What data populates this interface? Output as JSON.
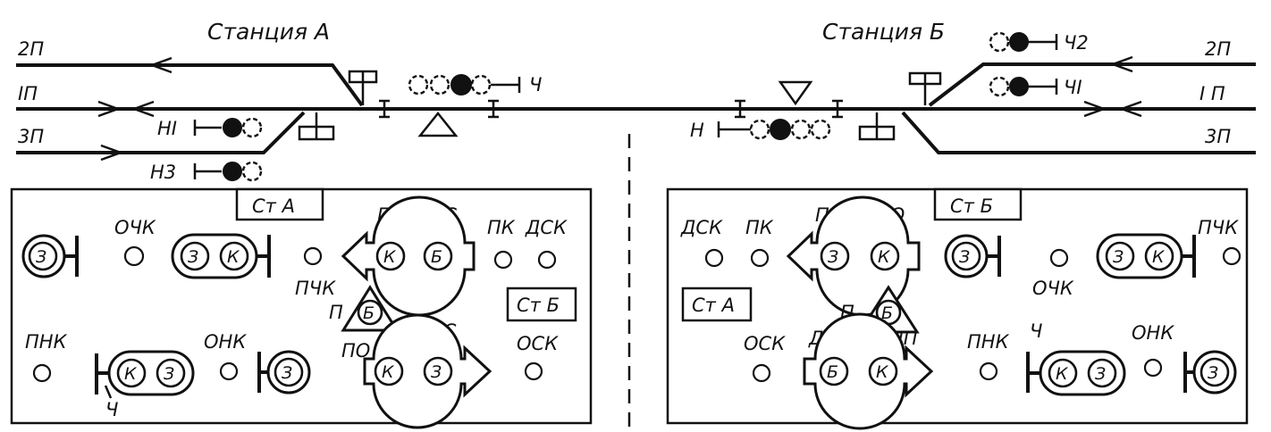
{
  "stations": {
    "a_title": "Станция А",
    "b_title": "Станция Б"
  },
  "tracks": {
    "a": {
      "t2": "2П",
      "t1": "IП",
      "t3": "3П"
    },
    "b": {
      "t2": "2П",
      "t1": "I П",
      "t3": "3П"
    }
  },
  "signals": {
    "a_exit_main": "НI",
    "a_exit_3": "Н3",
    "a_entry": "Ч",
    "b_exit_2": "Ч2",
    "b_exit_main": "ЧI",
    "b_entry": "Н"
  },
  "panel_a": {
    "header": "Ст А",
    "neighbor_box": "Ст Б",
    "labels": {
      "ochk": "ОЧК",
      "pchk": "ПЧК",
      "pp": "ПП",
      "ds": "ДС",
      "pk": "ПК",
      "dsk": "ДСК",
      "p": "П",
      "pnk": "ПНК",
      "onk": "ОНК",
      "po": "ПО",
      "ps": "ПС",
      "osk": "ОСК",
      "ch": "Ч"
    },
    "letters": {
      "z": "З",
      "k": "К",
      "b": "Б"
    }
  },
  "panel_b": {
    "header": "Ст Б",
    "neighbor_box": "Ст А",
    "labels": {
      "dsk": "ДСК",
      "pk": "ПК",
      "ps": "ПС",
      "po": "ПО",
      "pchk": "ПЧК",
      "ochk": "ОЧК",
      "p": "П",
      "osk": "ОСК",
      "ds": "ДС",
      "pp": "ПП",
      "pnk": "ПНК",
      "ch": "Ч",
      "onk": "ОНК"
    },
    "letters": {
      "z": "З",
      "k": "К",
      "b": "Б"
    }
  }
}
